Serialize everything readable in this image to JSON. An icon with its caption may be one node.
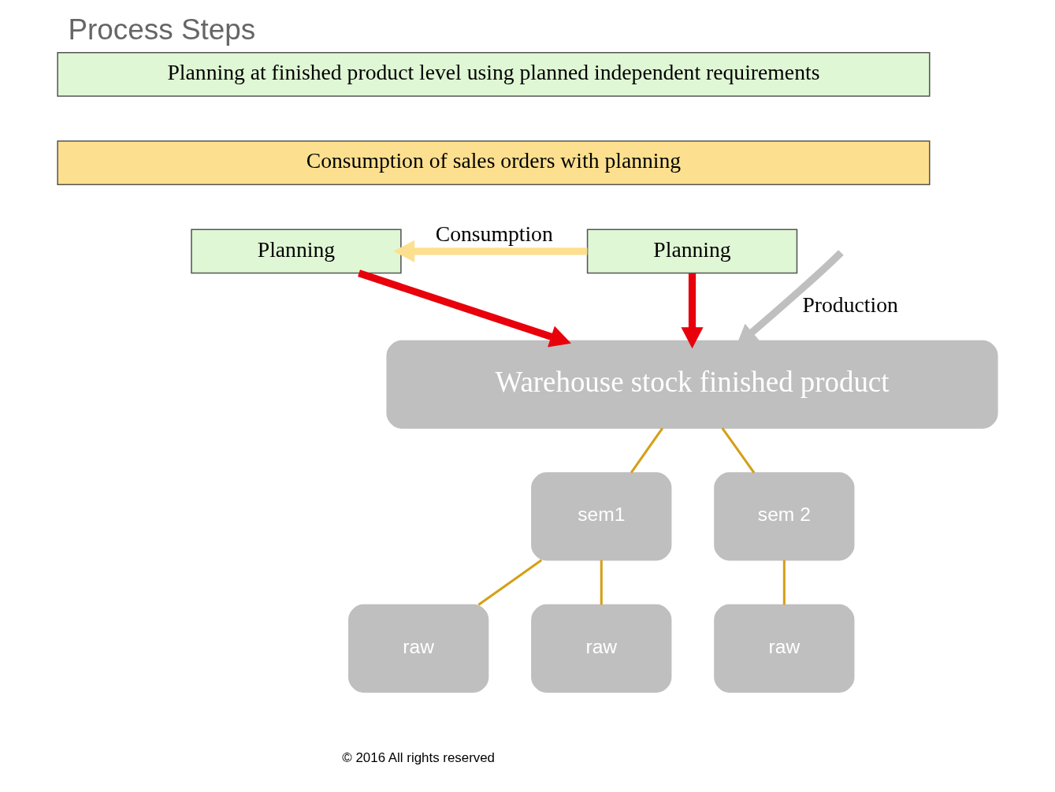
{
  "diagram": {
    "title": "Process Steps",
    "nodes": [
      {
        "text": [
          "Planning at finished product level using planned independent requirements"
        ]
      },
      {
        "text": [
          "Consumption of sales orders with planning"
        ]
      },
      {
        "text": [
          "Planning"
        ]
      },
      {
        "text": [
          "Planning"
        ]
      },
      {
        "text": [
          "Warehouse stock finished product"
        ]
      },
      {
        "text": [
          "sem1"
        ]
      },
      {
        "text": [
          "sem 2"
        ]
      },
      {
        "text": [
          "raw"
        ]
      },
      {
        "text": [
          "raw"
        ]
      },
      {
        "text": [
          "raw"
        ]
      }
    ],
    "edges": [
      {
        "from": 3,
        "to": 2,
        "arrow": "to",
        "label": "Consumption",
        "style": "thick",
        "color": "#fde08f"
      },
      {
        "from": 2,
        "to": 4,
        "arrow": "to",
        "style": "thick",
        "color": "#e8000b"
      },
      {
        "from": 3,
        "to": 4,
        "arrow": "to",
        "style": "thick",
        "color": "#e8000b"
      },
      {
        "from": null,
        "to": 4,
        "arrow": "to",
        "label": "Production",
        "style": "thick",
        "color": "#bfbfbf"
      },
      {
        "from": 4,
        "to": 5,
        "arrow": "none"
      },
      {
        "from": 4,
        "to": 6,
        "arrow": "none"
      },
      {
        "from": 5,
        "to": 7,
        "arrow": "none"
      },
      {
        "from": 5,
        "to": 8,
        "arrow": "none"
      },
      {
        "from": 6,
        "to": 9,
        "arrow": "none"
      }
    ],
    "labels": [
      "© 2016 All rights reserved"
    ]
  }
}
